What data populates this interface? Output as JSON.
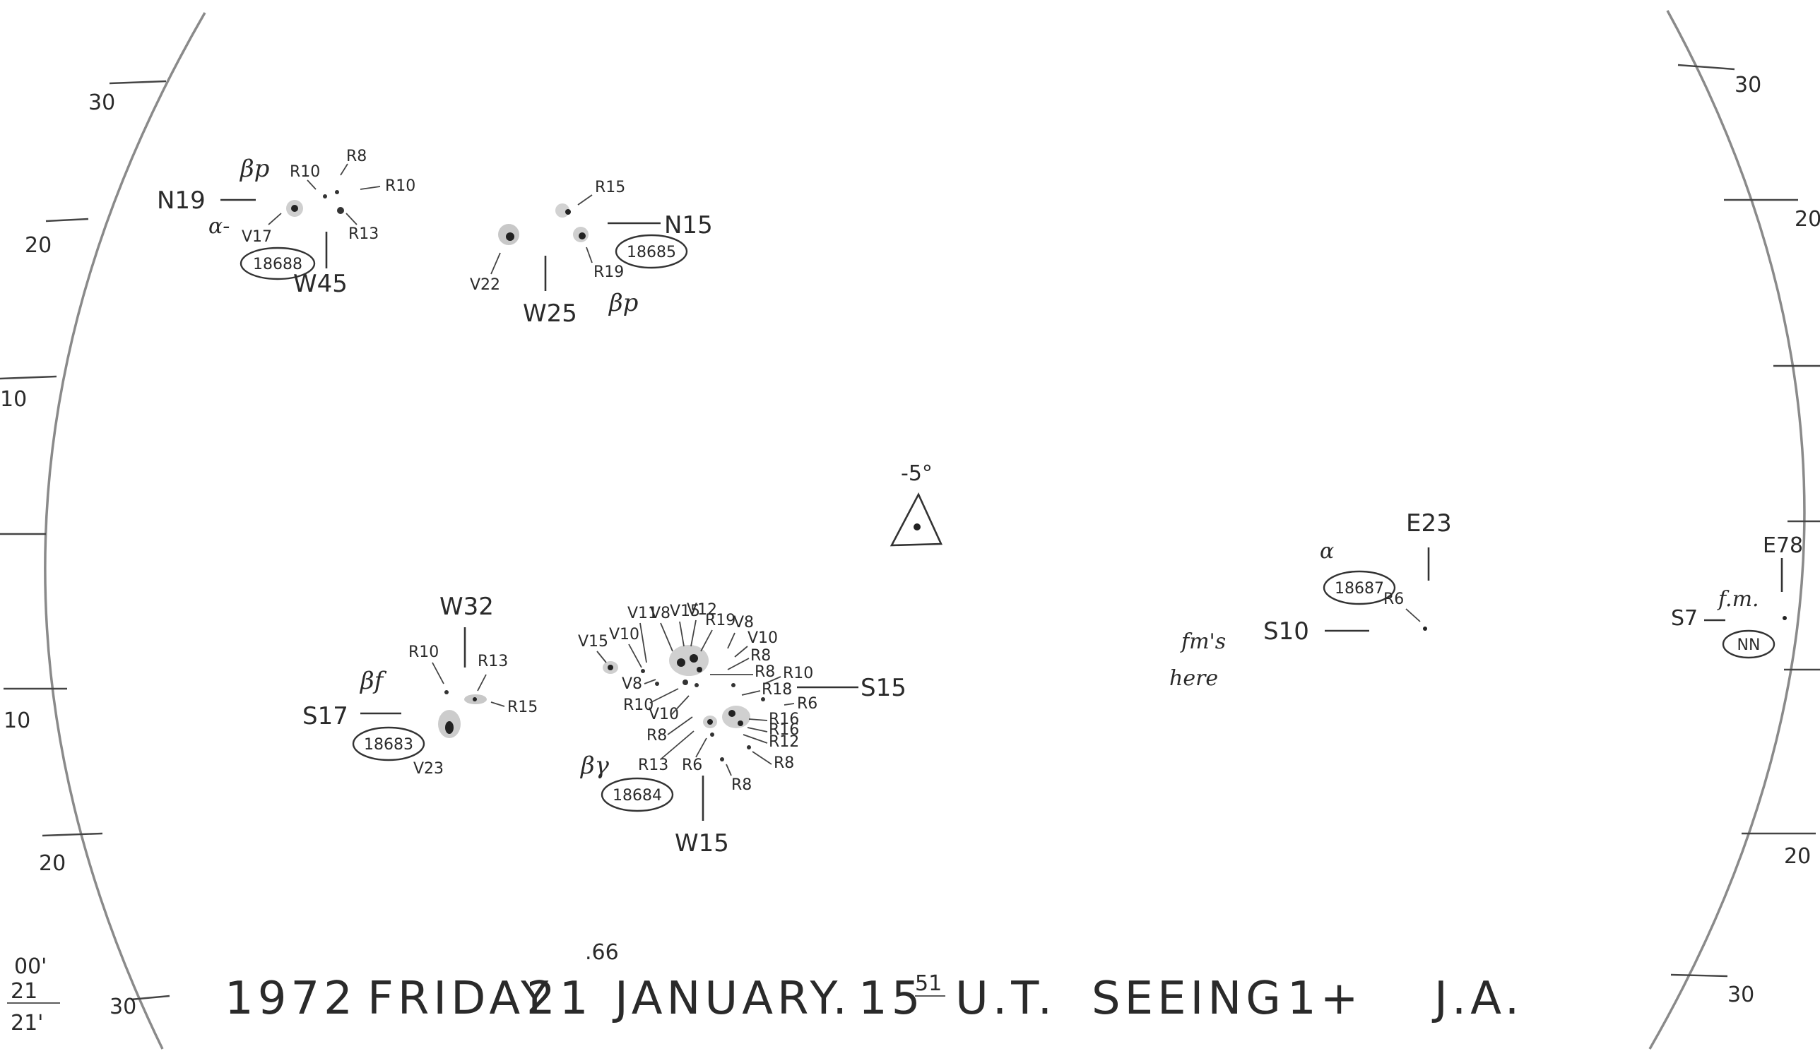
{
  "scale_left": {
    "ticks": [
      "30",
      "20",
      "10",
      "10",
      "20",
      "30"
    ]
  },
  "scale_right": {
    "ticks": [
      "30",
      "20",
      "20",
      "30"
    ]
  },
  "corner_notes": [
    "00'",
    "21",
    "21'"
  ],
  "groups": {
    "g18688": {
      "number": "18688",
      "position_label": "W45",
      "offset_label": "N19",
      "class_label": "βp",
      "extra_label": "α-",
      "star_labels": [
        "R10",
        "R8",
        "R10",
        "V17",
        "R13"
      ]
    },
    "g18685": {
      "number": "18685",
      "position_label": "W25",
      "offset_label": "N15",
      "class_label": "βp",
      "star_labels": [
        "R15",
        "R19",
        "V22"
      ]
    },
    "g18683": {
      "number": "18683",
      "position_label": "W32",
      "offset_label": "S17",
      "class_label": "βf",
      "star_labels": [
        "R10",
        "R13",
        "R15",
        "V23"
      ]
    },
    "g18684": {
      "number": "18684",
      "position_label": "W15",
      "offset_label": "S15",
      "class_label": "βγ",
      "star_labels": [
        "V15",
        "V10",
        "V11",
        "V8",
        "V15",
        "V12",
        "R19",
        "V8",
        "V10",
        "R8",
        "R8",
        "R10",
        "V8",
        "R18",
        "R6",
        "R10",
        "V10",
        "R16",
        "R16",
        "R8",
        "R12",
        "R13",
        "R6",
        "R8",
        "R8"
      ]
    },
    "g18687": {
      "number": "18687",
      "position_label": "E23",
      "offset_label": "S10",
      "class_label": "α",
      "star_labels": [
        "R6"
      ]
    },
    "gNN": {
      "number": "NN",
      "position_label": "E78",
      "offset_label": "S7",
      "class_label": "f.m."
    }
  },
  "center_marker": {
    "label": "-5°"
  },
  "note": {
    "line1": "fm's",
    "line2": "here"
  },
  "footer": {
    "year": "1972",
    "weekday": "FRIDAY",
    "day": "21",
    "day_fraction": ".66",
    "month": "JANUARY.",
    "hour": "15",
    "minute": "51",
    "timezone": "U.T.",
    "seeing_label": "SEEING",
    "seeing_value": "1+",
    "observer": "J.A."
  },
  "colors": {
    "ink": "#2a2a2a",
    "limb": "#8a8a8a",
    "paper": "#ffffff"
  }
}
